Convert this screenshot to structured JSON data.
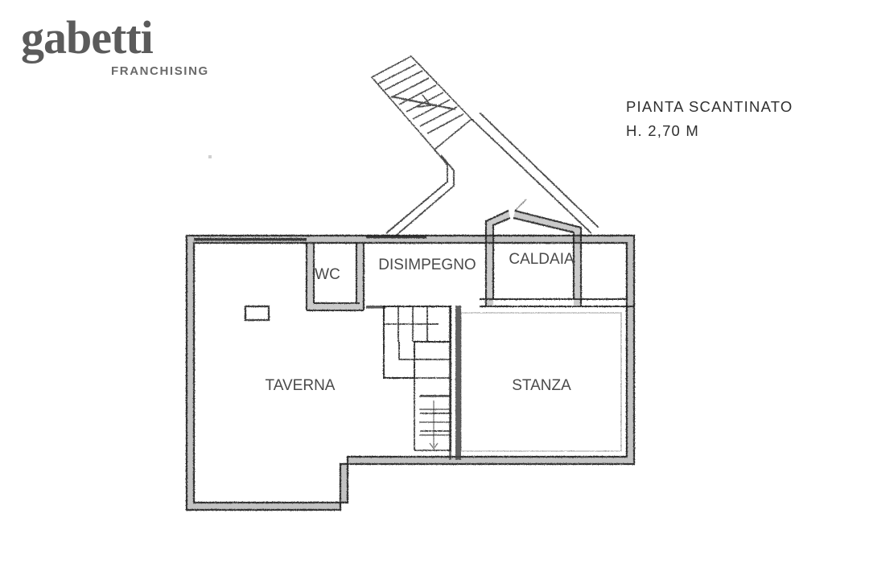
{
  "document": {
    "kind": "architectural-floor-plan",
    "background_color": "#ffffff",
    "ink_color": "#1a1a1a",
    "text_color": "#4a4a4a"
  },
  "logo": {
    "wordmark": "gabetti",
    "tagline": "FRANCHISING",
    "color": "#5b5b5b"
  },
  "title_block": {
    "plan_title": "PIANTA SCANTINATO",
    "plan_height": "H.  2,70 M"
  },
  "rooms": [
    {
      "id": "wc",
      "label": "WC"
    },
    {
      "id": "disimpegno",
      "label": "DISIMPEGNO"
    },
    {
      "id": "caldaia",
      "label": "CALDAIA"
    },
    {
      "id": "taverna",
      "label": "TAVERNA"
    },
    {
      "id": "stanza",
      "label": "STANZA"
    }
  ],
  "features": {
    "interior_staircase": "L-shaped winder stair between taverna and stanza",
    "exterior_staircase": "diagonal stair run at upper area leading down to disimpegno",
    "fixture_taverna": "small rectangular fixture in taverna"
  }
}
